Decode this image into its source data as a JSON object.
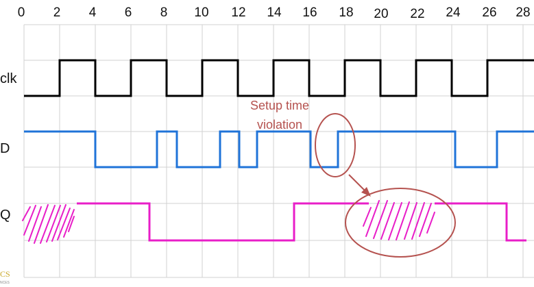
{
  "diagram": {
    "time_axis": {
      "ticks": [
        "0",
        "2",
        "4",
        "6",
        "8",
        "10",
        "12",
        "14",
        "16",
        "18",
        "20",
        "22",
        "24",
        "26",
        "28"
      ]
    },
    "signals": {
      "clk": {
        "label": "clk",
        "color": "#000000"
      },
      "d": {
        "label": "D",
        "color": "#1f73d8"
      },
      "q": {
        "label": "Q",
        "color": "#e81ec8"
      }
    },
    "annotation": {
      "line1": "Setup time",
      "line2": "violation",
      "color": "#b5524f"
    },
    "corner": {
      "text": "CS",
      "subtext": "NCES"
    }
  }
}
